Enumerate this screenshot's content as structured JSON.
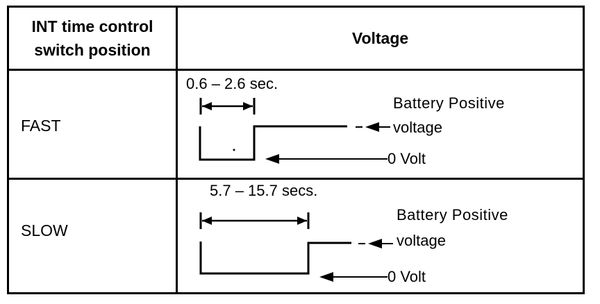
{
  "table": {
    "header": {
      "col1": "INT time control switch position",
      "col1_line1": "INT time control",
      "col1_line2": "switch position",
      "col2": "Voltage"
    },
    "rows": [
      {
        "position": "FAST",
        "duration": "0.6 – 2.6 sec.",
        "high_label_line1": "Battery Positive",
        "high_label_line2": "voltage",
        "low_label": "0 Volt"
      },
      {
        "position": "SLOW",
        "duration": "5.7 – 15.7 secs.",
        "high_label_line1": "Battery Positive",
        "high_label_line2": "voltage",
        "low_label": "0 Volt"
      }
    ]
  }
}
